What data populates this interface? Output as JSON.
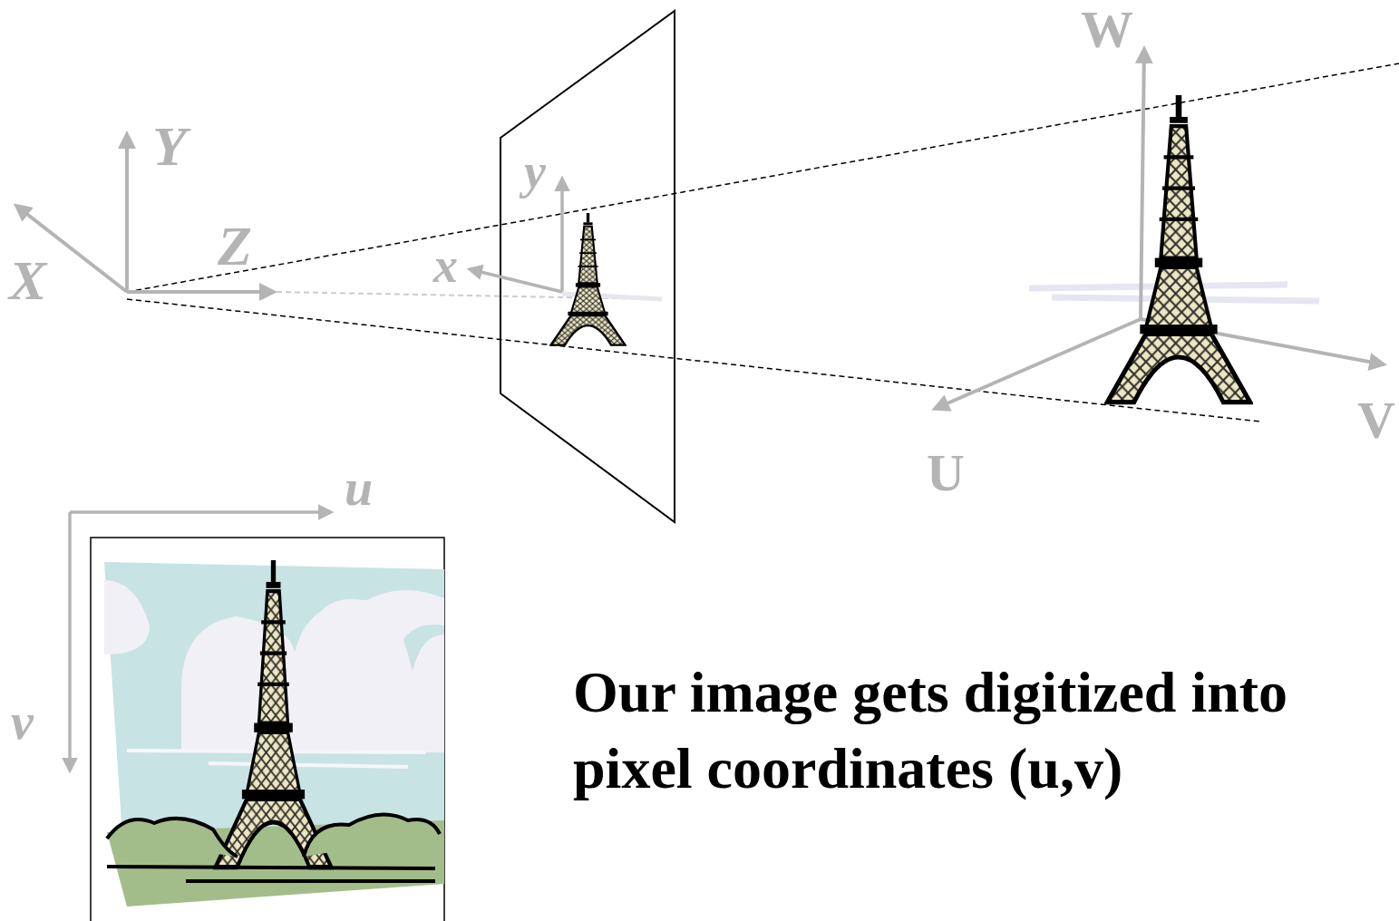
{
  "diagram": {
    "caption": "Our image gets digitized into pixel coordinates (u,v)",
    "labels": [
      "Y",
      "Z",
      "X",
      "y",
      "x",
      "W",
      "V",
      "U",
      "u",
      "v"
    ]
  }
}
